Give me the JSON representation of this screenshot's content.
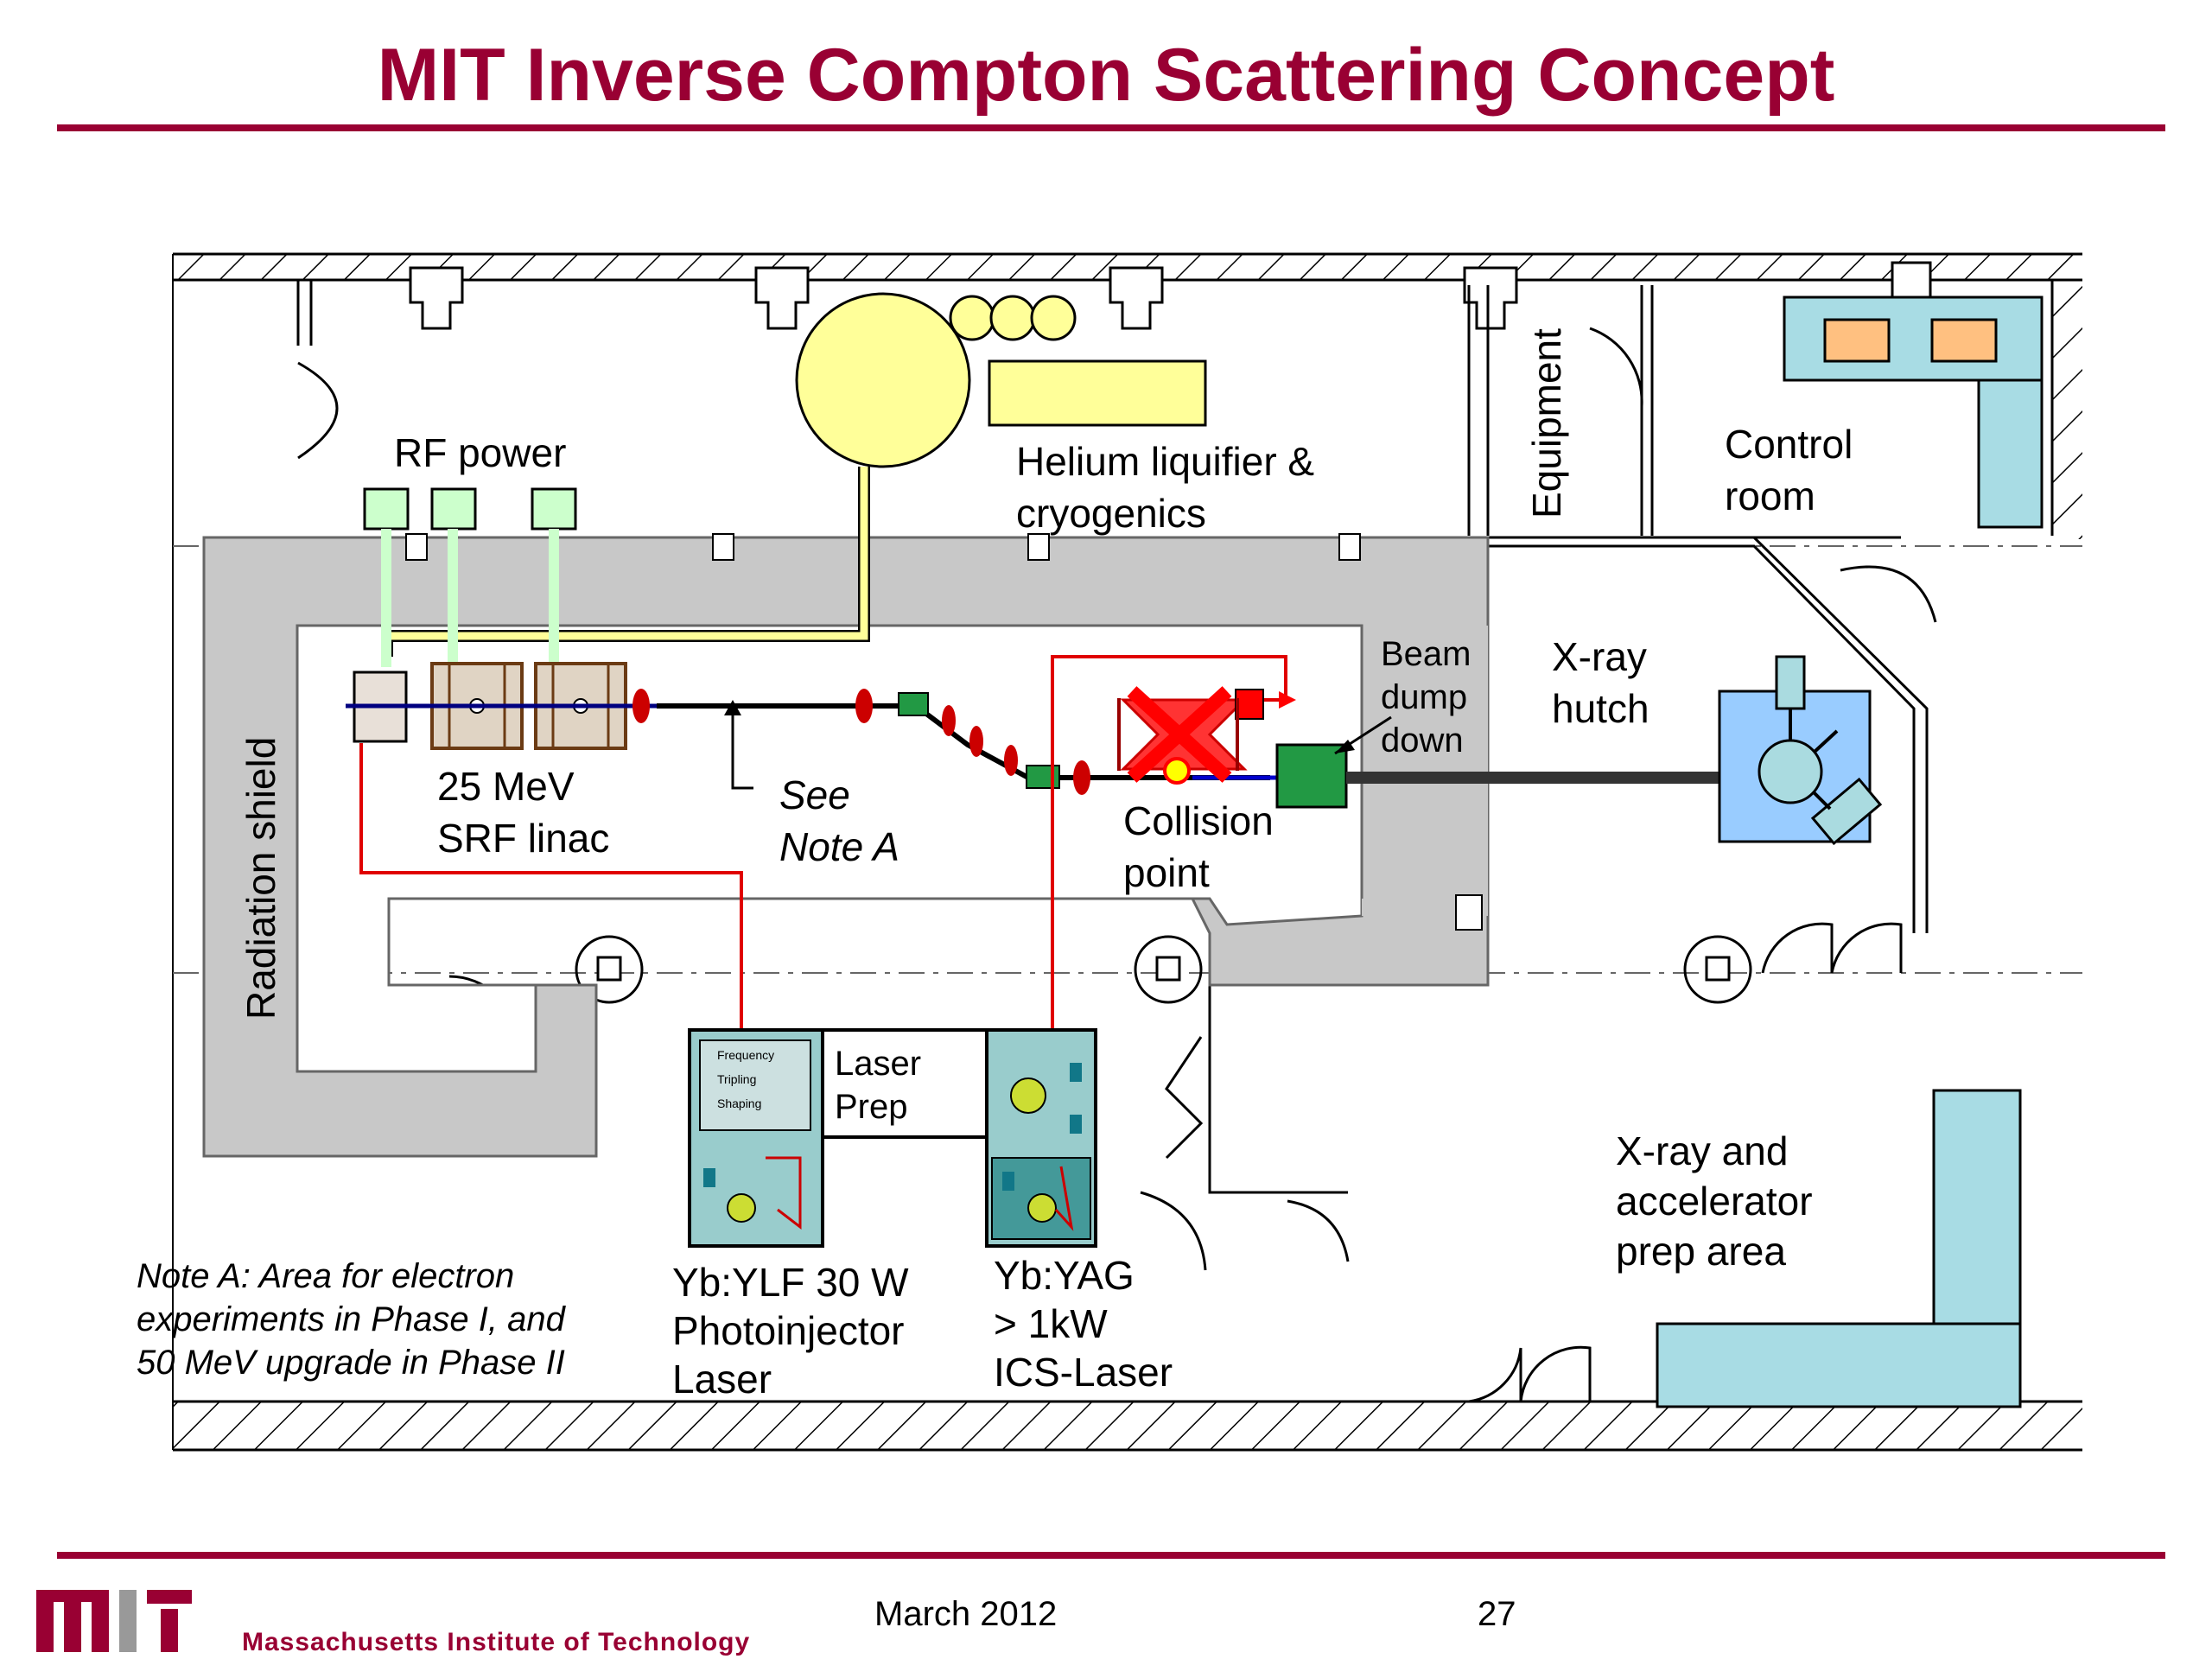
{
  "slide": {
    "title": "MIT Inverse Compton Scattering Concept",
    "date": "March 2012",
    "page_number": "27",
    "institution": "Massachusetts Institute of Technology",
    "logo_text": "MIT"
  },
  "colors": {
    "accent": "#990033",
    "shield_gray": "#c8c8c8",
    "cryo_yellow": "#ffff99",
    "rf_green": "#ccffcc",
    "laser_red": "#e00000",
    "hutch_blue": "#99ccff",
    "console_teal": "#a8dce4",
    "console_orange": "#ffc080"
  },
  "diagram": {
    "labels": {
      "rf_power": "RF power",
      "helium_1": "Helium liquifier &",
      "helium_2": "cryogenics",
      "equipment": "Equipment",
      "control_1": "Control",
      "control_2": "room",
      "radiation_shield": "Radiation shield",
      "linac_1": "25 MeV",
      "linac_2": "SRF linac",
      "see_1": "See",
      "see_2": "Note A",
      "beam_1": "Beam",
      "beam_2": "dump",
      "beam_3": "down",
      "hutch_1": "X-ray",
      "hutch_2": "hutch",
      "collision_1": "Collision",
      "collision_2": "point",
      "laser_prep_1": "Laser",
      "laser_prep_2": "Prep",
      "freq_1": "Frequency",
      "freq_2": "Tripling",
      "freq_3": "Shaping",
      "ylf_1": "Yb:YLF 30 W",
      "ylf_2": "Photoinjector",
      "ylf_3": "Laser",
      "yag_1": "Yb:YAG",
      "yag_2": "> 1kW",
      "yag_3": "ICS-Laser",
      "prep_1": "X-ray and",
      "prep_2": "accelerator",
      "prep_3": "prep area",
      "note_1": "Note A: Area for electron",
      "note_2": "experiments in Phase I, and",
      "note_3": "50 MeV upgrade in Phase II"
    }
  }
}
